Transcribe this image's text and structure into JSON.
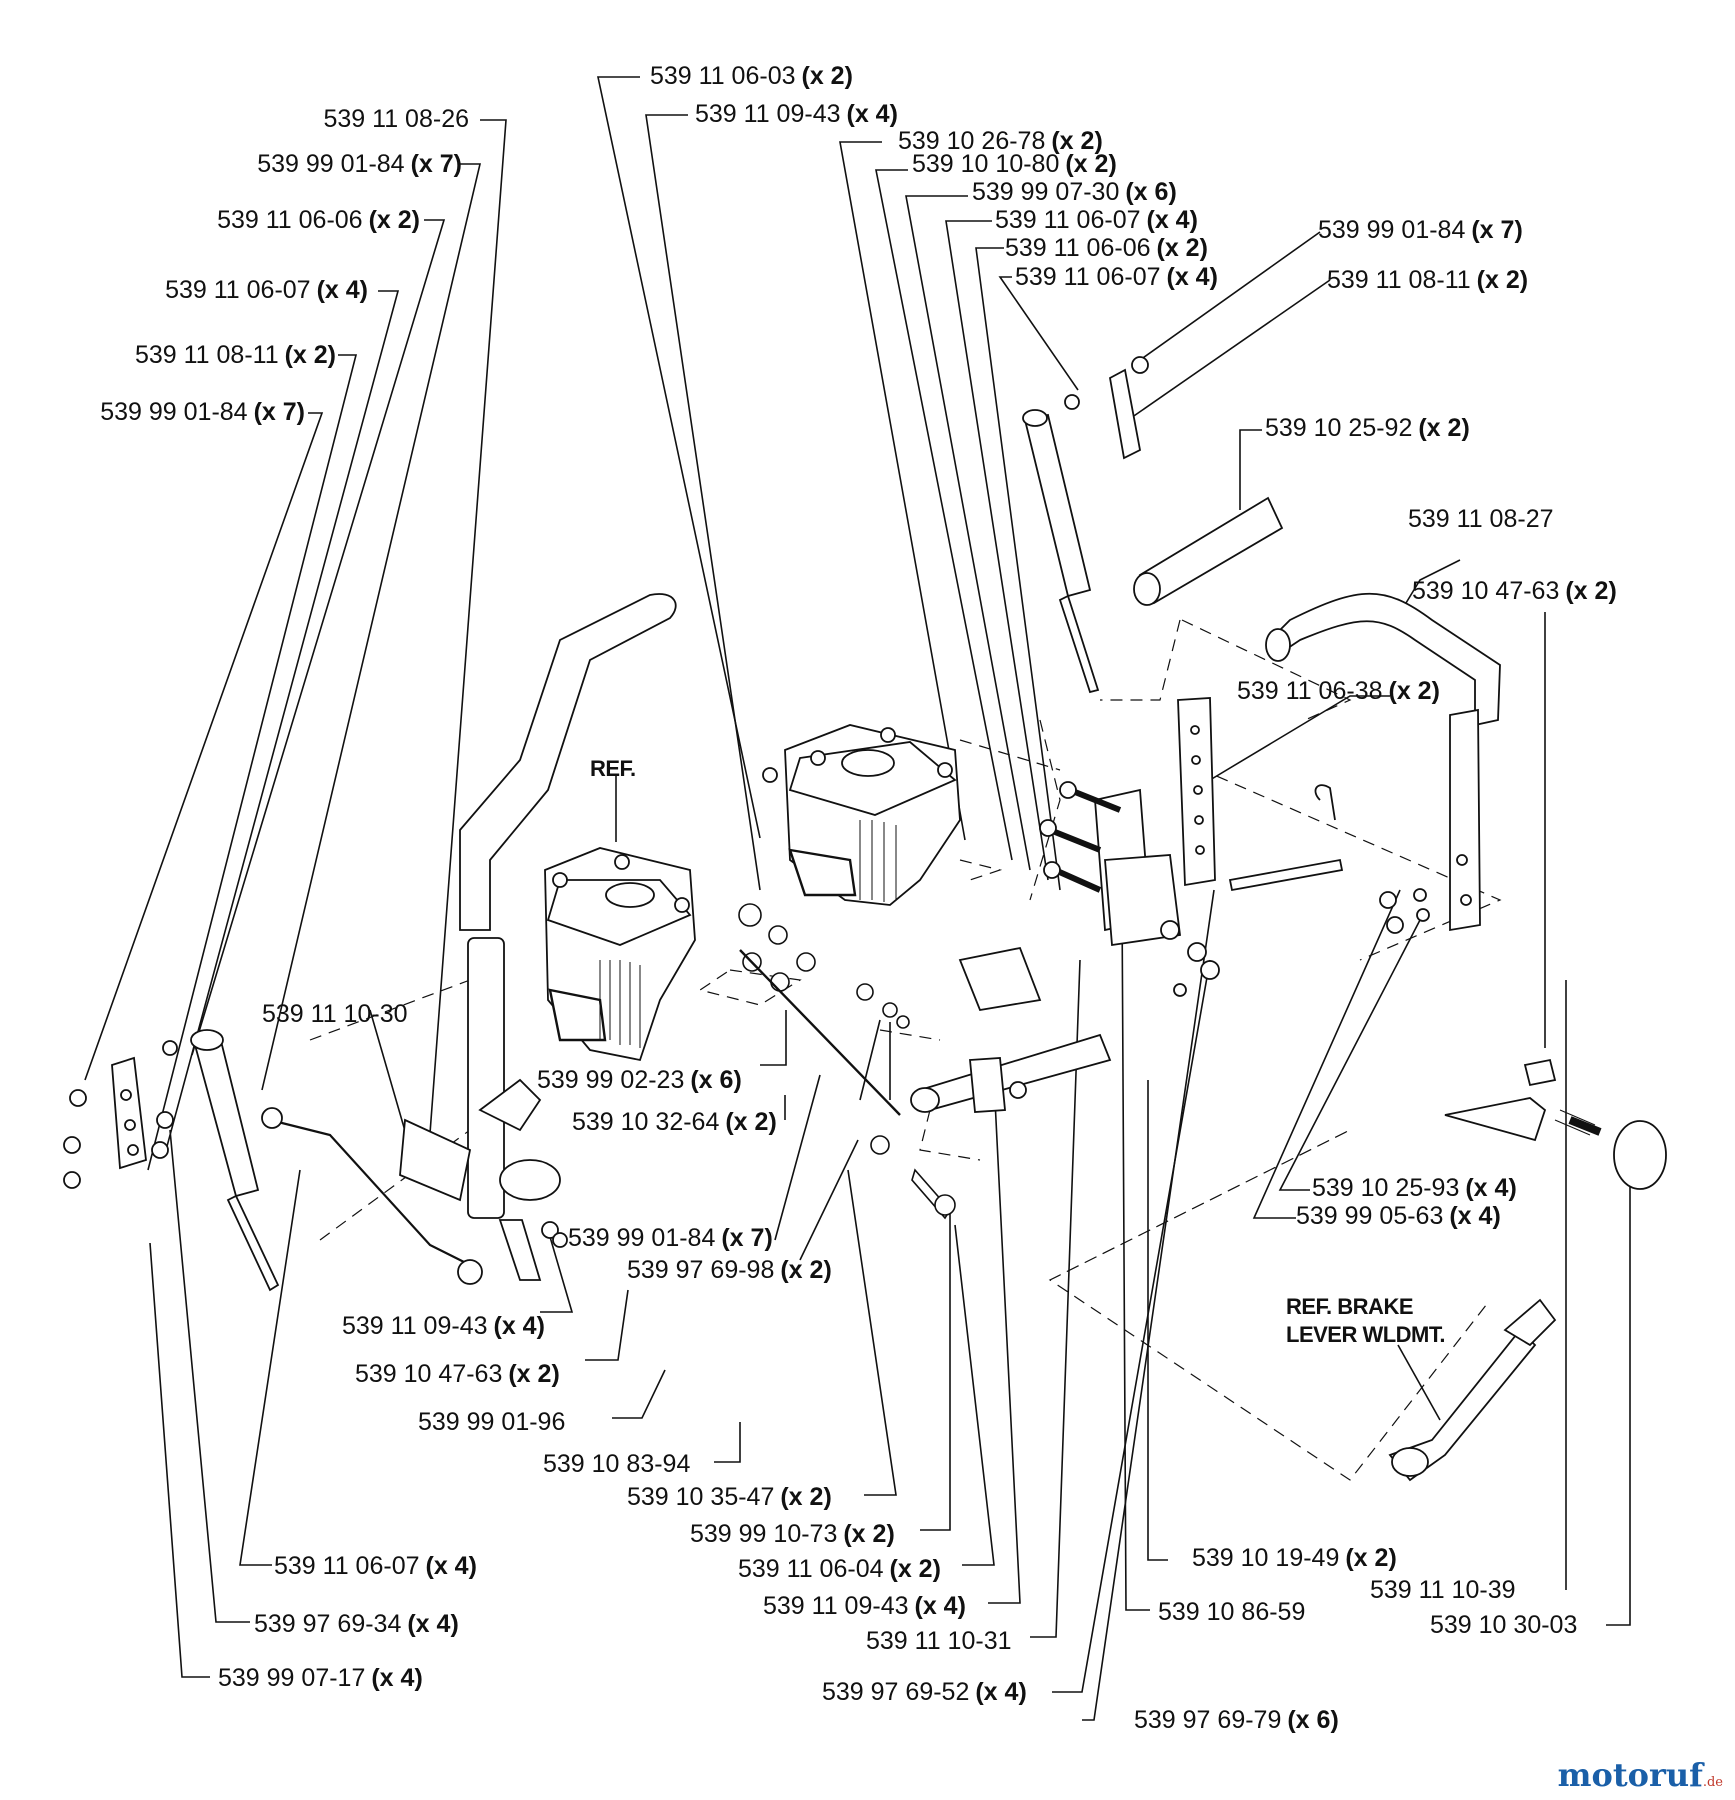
{
  "labels": [
    {
      "part": "539 11 06-03",
      "qty": "(x 2)"
    },
    {
      "part": "539 11 09-43",
      "qty": "(x 4)"
    },
    {
      "part": "539 11 08-26",
      "qty": ""
    },
    {
      "part": "539 10 26-78",
      "qty": "(x 2)"
    },
    {
      "part": "539 99 01-84",
      "qty": "(x 7)"
    },
    {
      "part": "539 10 10-80",
      "qty": "(x 2)"
    },
    {
      "part": "539 99 07-30",
      "qty": "(x 6)"
    },
    {
      "part": "539 11 06-06",
      "qty": "(x 2)"
    },
    {
      "part": "539 11 06-07",
      "qty": "(x 4)"
    },
    {
      "part": "539 11 06-06",
      "qty": "(x 2)"
    },
    {
      "part": "539 99 01-84",
      "qty": "(x 7)"
    },
    {
      "part": "539 11 06-07",
      "qty": "(x 4)"
    },
    {
      "part": "539 11 08-11",
      "qty": "(x 2)"
    },
    {
      "part": "539 11 06-07",
      "qty": "(x 4)"
    },
    {
      "part": "539 11 08-11",
      "qty": "(x 2)"
    },
    {
      "part": "539 99 01-84",
      "qty": "(x 7)"
    },
    {
      "part": "539 10 25-92",
      "qty": "(x 2)"
    },
    {
      "part": "539 11 08-27",
      "qty": ""
    },
    {
      "part": "539 10 47-63",
      "qty": "(x 2)"
    },
    {
      "part": "539 11 06-38",
      "qty": "(x 2)"
    },
    {
      "part": "539 11 10-30",
      "qty": ""
    },
    {
      "part": "539 99 02-23",
      "qty": "(x 6)"
    },
    {
      "part": "539 10 32-64",
      "qty": "(x 2)"
    },
    {
      "part": "539 10 25-93",
      "qty": "(x 4)"
    },
    {
      "part": "539 99 05-63",
      "qty": "(x 4)"
    },
    {
      "part": "539 99 01-84",
      "qty": "(x 7)"
    },
    {
      "part": "539 97 69-98",
      "qty": "(x 2)"
    },
    {
      "part": "539 11 09-43",
      "qty": "(x 4)"
    },
    {
      "part": "539 10 47-63",
      "qty": "(x 2)"
    },
    {
      "part": "539 99 01-96",
      "qty": ""
    },
    {
      "part": "539 10 83-94",
      "qty": ""
    },
    {
      "part": "539 10 35-47",
      "qty": "(x 2)"
    },
    {
      "part": "539 99 10-73",
      "qty": "(x 2)"
    },
    {
      "part": "539 11 06-04",
      "qty": "(x 2)"
    },
    {
      "part": "539 10 19-49",
      "qty": "(x 2)"
    },
    {
      "part": "539 11 06-07",
      "qty": "(x 4)"
    },
    {
      "part": "539 11 10-39",
      "qty": ""
    },
    {
      "part": "539 11 09-43",
      "qty": "(x 4)"
    },
    {
      "part": "539 10 86-59",
      "qty": ""
    },
    {
      "part": "539 97 69-34",
      "qty": "(x 4)"
    },
    {
      "part": "539 10 30-03",
      "qty": ""
    },
    {
      "part": "539 11 10-31",
      "qty": ""
    },
    {
      "part": "539 99 07-17",
      "qty": "(x 4)"
    },
    {
      "part": "539 97 69-52",
      "qty": "(x 4)"
    },
    {
      "part": "539 97 69-79",
      "qty": "(x 6)"
    }
  ],
  "notes": {
    "ref_left": "REF.",
    "brake_line1": "REF. BRAKE",
    "brake_line2": "LEVER WLDMT."
  },
  "watermark": {
    "name": "motoruf",
    "tld": ".de"
  }
}
